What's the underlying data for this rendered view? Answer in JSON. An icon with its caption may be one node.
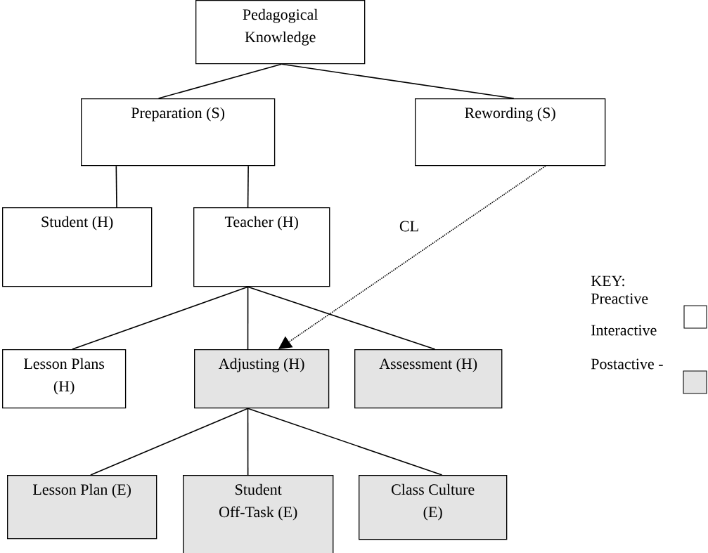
{
  "diagram": {
    "nodes": [
      {
        "text": [
          "Pedagogical Knowledge"
        ]
      },
      {
        "text": [
          "Preparation (S)"
        ]
      },
      {
        "text": [
          "Rewording (S)"
        ]
      },
      {
        "text": [
          "Student (H)"
        ]
      },
      {
        "text": [
          "Teacher (H)"
        ]
      },
      {
        "text": [
          "Lesson Plans (H)"
        ]
      },
      {
        "text": [
          "Adjusting (H)"
        ]
      },
      {
        "text": [
          "Assessment (H)"
        ]
      },
      {
        "text": [
          "Lesson Plan (E)"
        ]
      },
      {
        "text": [
          "Student Off-Task (E)"
        ]
      },
      {
        "text": [
          "Class Culture (E)"
        ]
      }
    ],
    "edges": [
      {
        "from": 0,
        "to": 1,
        "arrow": "none"
      },
      {
        "from": 0,
        "to": 2,
        "arrow": "none"
      },
      {
        "from": 1,
        "to": 3,
        "arrow": "none"
      },
      {
        "from": 1,
        "to": 4,
        "arrow": "none"
      },
      {
        "from": 4,
        "to": 5,
        "arrow": "none"
      },
      {
        "from": 4,
        "to": 6,
        "arrow": "none"
      },
      {
        "from": 4,
        "to": 7,
        "arrow": "none"
      },
      {
        "from": 2,
        "to": 6,
        "arrow": "to",
        "label": "CL",
        "style": "dashed"
      },
      {
        "from": 6,
        "to": 8,
        "arrow": "none"
      },
      {
        "from": 6,
        "to": 9,
        "arrow": "none"
      },
      {
        "from": 6,
        "to": 10,
        "arrow": "none"
      }
    ],
    "labels": [
      "KEY:"
    ],
    "legend": [
      {
        "text": "Preactive"
      },
      {
        "text": "Interactive"
      },
      {
        "text": "Postactive -",
        "color": "#e4e4e4"
      }
    ]
  }
}
